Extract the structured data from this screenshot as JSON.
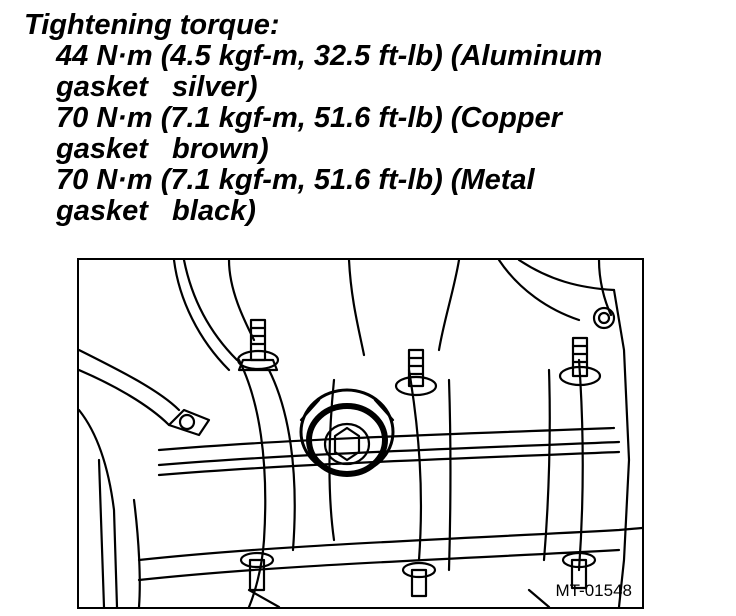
{
  "heading": "Tightening torque:",
  "specs": [
    {
      "line1": "44 N·m (4.5 kgf-m, 32.5 ft-lb) (Aluminum",
      "line2": "gasket   silver)"
    },
    {
      "line1": "70 N·m (7.1 kgf-m, 51.6 ft-lb) (Copper",
      "line2": "gasket   brown)"
    },
    {
      "line1": "70 N·m (7.1 kgf-m, 51.6 ft-lb) (Metal",
      "line2": "gasket   black)"
    }
  ],
  "figure": {
    "label": "MT-01548"
  }
}
